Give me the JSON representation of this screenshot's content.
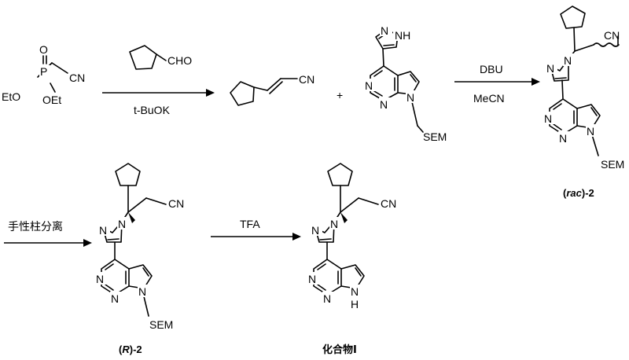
{
  "scheme": {
    "step1": {
      "reagent_above": "CHO",
      "reagent_below": "t-BuOK"
    },
    "step2": {
      "plus": "+",
      "reagent_above": "DBU",
      "reagent_below": "MeCN"
    },
    "step3": {
      "reagent_above": "手性柱分离"
    },
    "step4": {
      "reagent_above": "TFA"
    }
  },
  "atoms": {
    "cn": "CN",
    "eto": "EtO",
    "oet": "OEt",
    "p": "P",
    "o": "O",
    "n": "N",
    "nh": "NH",
    "h": "H",
    "sem": "SEM"
  },
  "labels": {
    "rac_prefix": "(",
    "rac_italic": "rac",
    "rac_suffix": ")-2",
    "r_prefix": "(",
    "r_italic": "R",
    "r_suffix": ")-2",
    "final": "化合物I"
  }
}
